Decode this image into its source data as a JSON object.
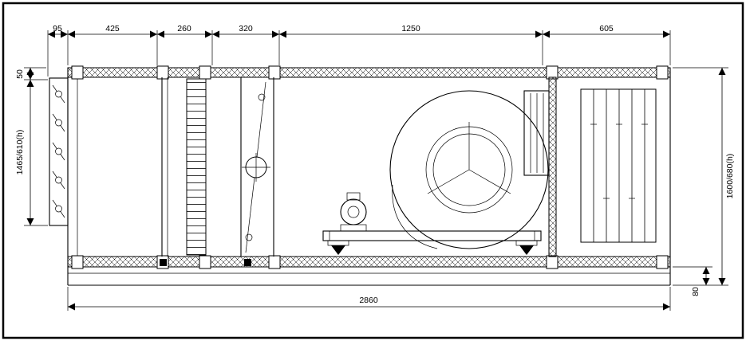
{
  "dimensions": {
    "louver_depth": "95",
    "section_1": "425",
    "section_2": "260",
    "section_3": "320",
    "section_4": "1250",
    "section_5": "605",
    "top_offset": "50",
    "inlet_height": "1465/610(h)",
    "unit_height": "1600/680(h)",
    "base_height": "80",
    "overall_length": "2860"
  }
}
